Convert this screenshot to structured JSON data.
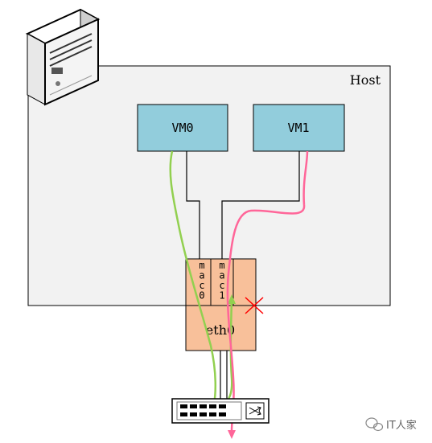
{
  "host": {
    "label": "Host"
  },
  "vms": [
    {
      "label": "VM0"
    },
    {
      "label": "VM1"
    }
  ],
  "nic": {
    "label": "eth0",
    "slots": [
      {
        "label": "mac0"
      },
      {
        "label": "mac1"
      }
    ]
  },
  "watermark": {
    "text": "IT人家"
  },
  "colors": {
    "host_bg": "#f2f2f2",
    "vm_fill": "#92cddc",
    "nic_fill": "#f8c09a",
    "green_path": "#92d050",
    "pink_path": "#ff6699",
    "cross": "#ff0000"
  }
}
